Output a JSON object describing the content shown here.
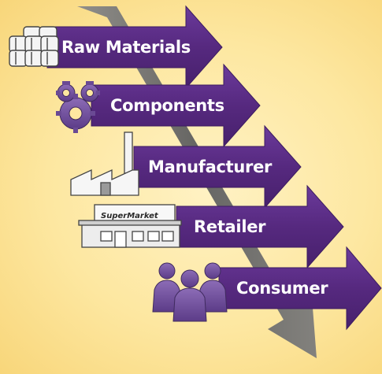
{
  "diagram": {
    "colors": {
      "arrow_fill": "#5a2d86",
      "arrow_edge": "#3d1c61",
      "shadow_arrow": "#6f6f6f",
      "background": "#fde7a0",
      "icon_purple": "#6a4a94",
      "icon_outline": "#4a4a4a"
    },
    "stages": [
      {
        "label": "Raw Materials",
        "icon": "bales-icon"
      },
      {
        "label": "Components",
        "icon": "gears-icon"
      },
      {
        "label": "Manufacturer",
        "icon": "factory-icon"
      },
      {
        "label": "Retailer",
        "icon": "supermarket-icon"
      },
      {
        "label": "Consumer",
        "icon": "people-icon"
      }
    ],
    "supermarket_sign": "SuperMarket"
  }
}
